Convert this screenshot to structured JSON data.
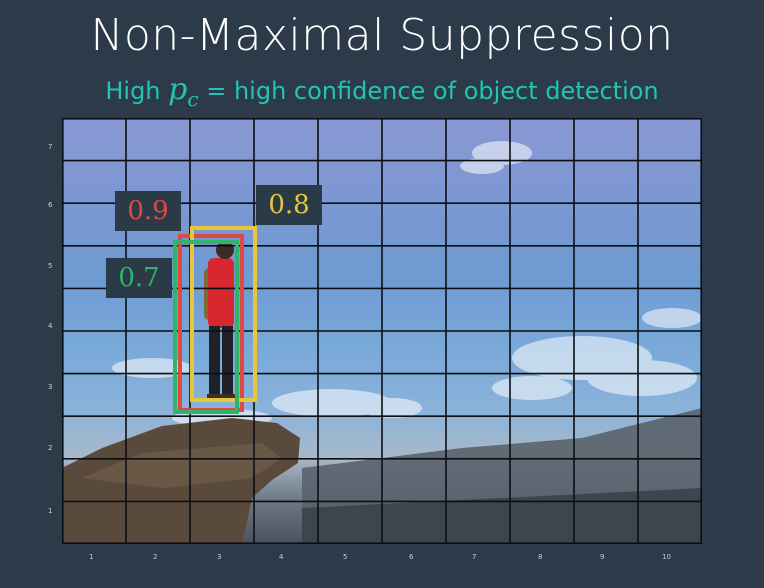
{
  "header": {
    "title": "Non-Maximal Suppression",
    "subtitle_prefix": "High",
    "subtitle_symbol": "p",
    "subtitle_symbol_sub": "c",
    "subtitle_suffix": "= high confidence of object detection"
  },
  "grid": {
    "x_ticks": [
      "1",
      "2",
      "3",
      "4",
      "5",
      "6",
      "7",
      "8",
      "9",
      "10"
    ],
    "y_ticks": [
      "7",
      "6",
      "5",
      "4",
      "3",
      "2",
      "1"
    ]
  },
  "boxes": [
    {
      "score": "0.9",
      "color": "#e04848"
    },
    {
      "score": "0.8",
      "color": "#e8c53a"
    },
    {
      "score": "0.7",
      "color": "#2fb46a"
    }
  ]
}
